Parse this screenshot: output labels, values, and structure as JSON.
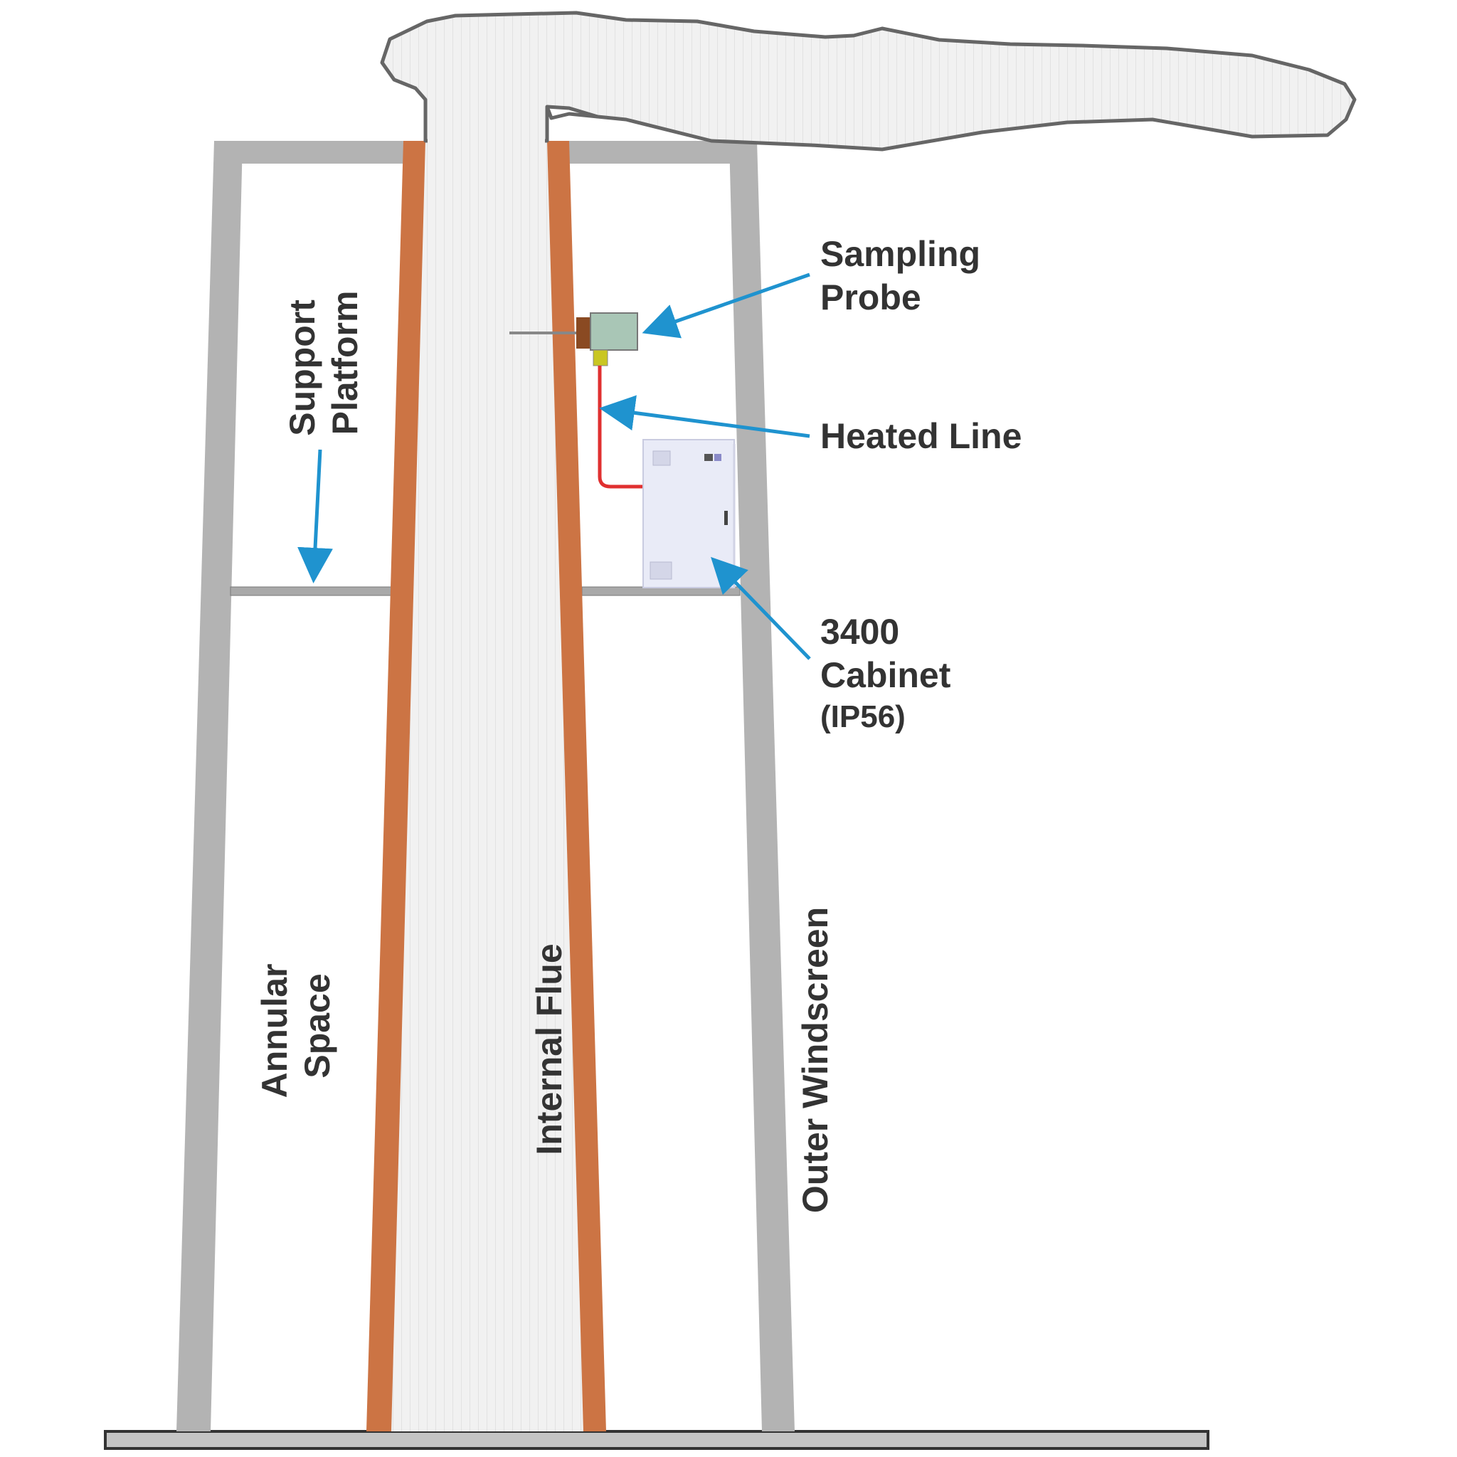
{
  "labels": {
    "sampling_probe": [
      "Sampling",
      "Probe"
    ],
    "heated_line": "Heated Line",
    "cabinet": [
      "3400",
      "Cabinet",
      "(IP56)"
    ],
    "support_platform": [
      "Support",
      "Platform"
    ],
    "annular_space": [
      "Annular",
      "Space"
    ],
    "internal_flue": "Internal Flue",
    "outer_windscreen": "Outer Windscreen"
  },
  "colors": {
    "windscreen": "#b3b3b3",
    "flue_wall": "#cc7444",
    "flue_interior": "#efefef",
    "plume": "#f0f0f0",
    "outline": "#555555",
    "arrow": "#1f93cf",
    "heated_line": "#e03030",
    "probe_box": "#a9c6b6",
    "probe_connector": "#c9c622",
    "cabinet": "#e8eaf6",
    "base": "#c0c0c0",
    "text": "#333333"
  }
}
